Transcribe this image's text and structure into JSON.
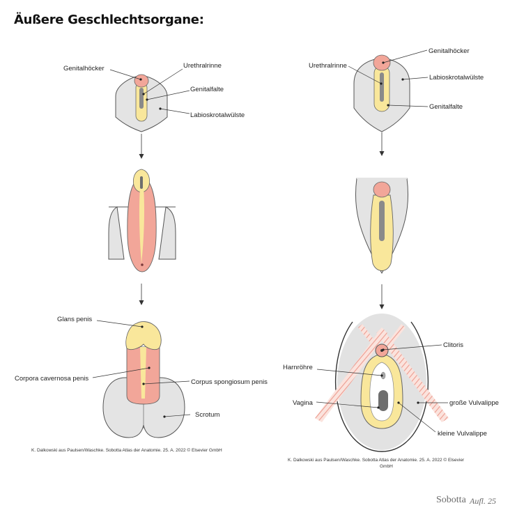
{
  "title": "Äußere Geschlechtsorgane:",
  "left": {
    "stage1": {
      "genitalhoecker": "Genitalhöcker",
      "urethralrinne": "Urethralrinne",
      "genitalfalte": "Genitalfalte",
      "labioskrotalwuelste": "Labioskrotalwülste"
    },
    "stage3": {
      "glans": "Glans penis",
      "cavernosa": "Corpora cavernosa penis",
      "spongiosum": "Corpus spongiosum penis",
      "scrotum": "Scrotum"
    },
    "credit": "K. Dalkowski aus Paulsen/Waschke. Sobotta Atlas der Anatomie. 25. A. 2022 © Elsevier GmbH"
  },
  "right": {
    "stage1": {
      "genitalhoecker": "Genitalhöcker",
      "urethralrinne": "Urethralrinne",
      "labioskrotalwuelste": "Labioskrotalwülste",
      "genitalfalte": "Genitalfalte"
    },
    "stage3": {
      "clitoris": "Clitoris",
      "harnroehre": "Harnröhre",
      "vagina": "Vagina",
      "grosse": "große Vulvalippe",
      "kleine": "kleine Vulvalippe"
    },
    "credit_line1": "K. Dalkowski aus Paulsen/Waschke. Sobotta Atlas der Anatomie. 25. A. 2022 © Elsevier",
    "credit_line2": "GmbH"
  },
  "logo": {
    "main": "Sobotta",
    "sub": "Aufl. 25"
  },
  "colors": {
    "skin": "#e4e4e4",
    "outline": "#555555",
    "pink": "#f2a699",
    "yellow": "#f9e79b",
    "groove": "#8a8a8a"
  }
}
